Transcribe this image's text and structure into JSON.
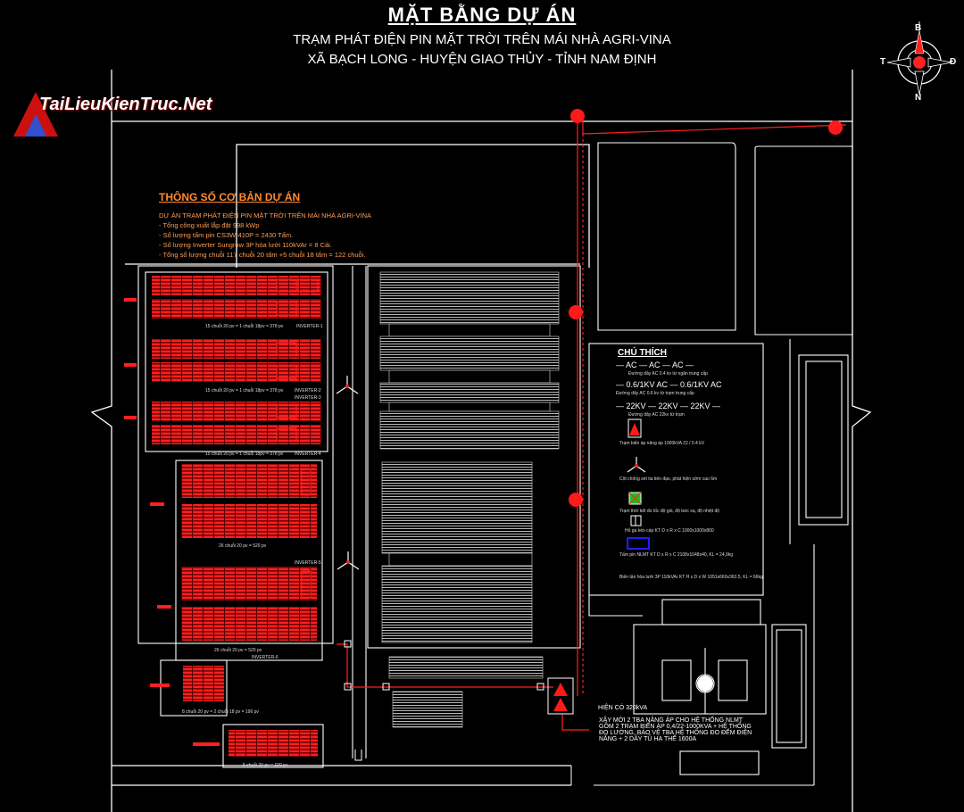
{
  "title": {
    "main": "MẶT BẰNG DỰ ÁN",
    "line1": "TRẠM PHÁT ĐIỆN PIN MẶT TRỜI TRÊN MÁI NHÀ AGRI-VINA",
    "line2": "XÃ BẠCH LONG - HUYỆN GIAO THỦY - TỈNH NAM ĐỊNH"
  },
  "watermark": "TaiLieuKienTruc.Net",
  "compass": {
    "north": "B",
    "south": "N",
    "west": "T",
    "east": "Đ"
  },
  "params": {
    "title": "THÔNG SỐ CƠ BẢN DỰ ÁN",
    "lines": [
      "DỰ ÁN TRẠM PHÁT ĐIỆN PIN MẶT TRỜI TRÊN MÁI NHÀ AGRI-VINA",
      "- Tổng công xuất lắp đặt 998 kWp",
      "- Số lượng tấm pin CS3W-410P = 2430 Tấm.",
      "- Số lượng Inverter Sungrow 3P hòa lưới 110kVAr = 8 Cái.",
      "- Tổng số lượng chuỗi 117 chuỗi 20 tấm +5 chuỗi 18 tấm = 122 chuỗi."
    ]
  },
  "legend": {
    "title": "CHÚ THÍCH",
    "ac_line": "— AC — AC — AC —",
    "ac_desc": "Đường dây AC 0.4 kv từ ngăn trung cấp",
    "lv_line": "— 0.6/1KV AC — 0.6/1KV AC",
    "lv_desc": "Đường dây AC 0.6 kv từ trạm trung cấp",
    "mv_line": "— 22KV — 22KV — 22KV —",
    "mv_desc": "Đường dây AC 22kv từ trạm",
    "items": [
      "Trạm biến áp nâng áp 1000kVA 22 / 0.4 kV",
      "Cột chống sét tia tiên đạo, phát hiện sớm cao 6m",
      "Trạm thời tiết đo tốc độ gió, độ bức xạ, độ nhiệt độ",
      "Hố ga kéo cáp KT D x R x C 1000x1000x800",
      "Tấm pin NLMT KT D x R x C 2108x1048x40, KL = 24,9kg",
      "Biến tần hòa lưới 3P 110kVAr KT H x D x W 1051x660x363.5, KL = 66kg"
    ]
  },
  "block_labels": {
    "arrA": "15 chuỗi 20 pv = 1 chuỗi 18pv = 378 pv",
    "arrB": "15 chuỗi 20 pv = 1 chuỗi 18pv = 378 pv",
    "arrC": "15 chuỗi 20 pv = 1 chuỗi 18pv = 378 pv",
    "arrD": "26 chuỗi 20 pv = 520 pv",
    "arrE": "26 chuỗi 20 pv = 520 pv",
    "arrF": "8 chuỗi 20 pv = 2 chuỗi 18 pv = 196 pv",
    "arrG": "5 chuỗi 20 pv = 100 pv",
    "inv1": "INVERTER-1",
    "inv2": "INVERTER-2",
    "inv3": "INVERTER-3",
    "inv4": "INVERTER-4",
    "inv5": "INVERTER-5",
    "inv6": "INVERTER-6"
  },
  "note": {
    "existing": "HIỆN CÓ 320kVA",
    "lines": [
      "XÂY MỚI 2 TBA NÂNG ÁP CHO HỆ THỐNG NLMT",
      "GỒM 2 TRẠM BIẾN ÁP 0,4/22-1000KVA + HỆ THỐNG",
      "ĐO LƯỜNG, BẢO VỆ TBA HỆ THỐNG ĐO ĐẾM ĐIỆN",
      "NĂNG + 2 DÂY TỦ HẠ THẾ 1600A"
    ]
  },
  "colors": {
    "background": "#000000",
    "line": "#ffffff",
    "accent": "#ff1a1a",
    "params": "#ff8a30",
    "blue": "#2020ff",
    "green": "#20c020"
  }
}
